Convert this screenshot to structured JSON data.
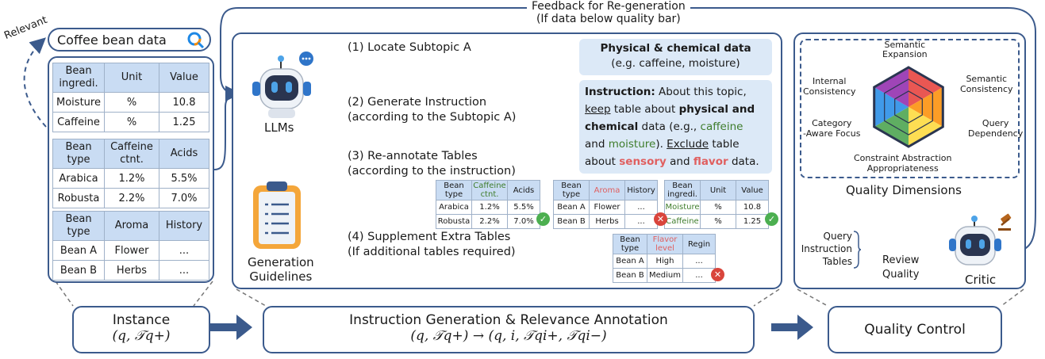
{
  "feedback": {
    "line1": "Feedback for Re-generation",
    "line2": "(If data below quality bar)"
  },
  "relevant_label": "Relevant",
  "coffee_search": {
    "label": "Coffee bean data"
  },
  "instance_tables": [
    {
      "headers": [
        "Bean ingredi.",
        "Unit",
        "Value"
      ],
      "rows": [
        [
          "Moisture",
          "%",
          "10.8"
        ],
        [
          "Caffeine",
          "%",
          "1.25"
        ]
      ]
    },
    {
      "headers": [
        "Bean type",
        "Caffeine ctnt.",
        "Acids"
      ],
      "rows": [
        [
          "Arabica",
          "1.2%",
          "5.5%"
        ],
        [
          "Robusta",
          "2.2%",
          "7.0%"
        ]
      ]
    },
    {
      "headers": [
        "Bean type",
        "Aroma",
        "History"
      ],
      "rows": [
        [
          "Bean A",
          "Flower",
          "..."
        ],
        [
          "Bean B",
          "Herbs",
          "..."
        ]
      ]
    }
  ],
  "llms_label": "LLMs",
  "guidelines_label": [
    "Generation",
    "Guidelines"
  ],
  "steps": [
    {
      "line1": "(1) Locate Subtopic A"
    },
    {
      "line1": "(2) Generate Instruction",
      "line2": "(according to the Subtopic A)"
    },
    {
      "line1": "(3) Re-annotate Tables",
      "line2": "(according to the instruction)"
    },
    {
      "line1": "(4) Supplement Extra Tables",
      "line2": "(If additional tables required)"
    }
  ],
  "subtopic_box": {
    "title": "Physical & chemical data",
    "subtitle": "(e.g. caffeine, moisture)"
  },
  "instruction_box": {
    "lead": "Instruction:",
    "t1": " About this topic,",
    "keep": "keep",
    "t2": " table about ",
    "b1": "physical and",
    "b2": "chemical",
    "t3": " data (e.g., ",
    "caffeine": "caffeine",
    "t4": "and ",
    "moisture": "moisture",
    "t5": "). ",
    "exclude": "Exclude",
    "t6": " table",
    "t7": "about ",
    "sensory": "sensory",
    "t8": " and ",
    "flavor": "flavor",
    "t9": " data."
  },
  "reannotated_tables": [
    {
      "headers": [
        "Bean type",
        "Caffeine ctnt.",
        "Acids"
      ],
      "rows": [
        [
          "Arabica",
          "1.2%",
          "5.5%"
        ],
        [
          "Robusta",
          "2.2%",
          "7.0%"
        ]
      ],
      "mark": "check"
    },
    {
      "headers": [
        "Bean type",
        "Aroma",
        "History"
      ],
      "rows": [
        [
          "Bean A",
          "Flower",
          "..."
        ],
        [
          "Bean B",
          "Herbs",
          "..."
        ]
      ],
      "mark": "cross"
    },
    {
      "headers": [
        "Bean ingredi.",
        "Unit",
        "Value"
      ],
      "rows": [
        [
          "Moisture",
          "%",
          "10.8"
        ],
        [
          "Caffeine",
          "%",
          "1.25"
        ]
      ],
      "mark": "check"
    }
  ],
  "extra_table": {
    "headers": [
      "Bean type",
      "Flavor level",
      "Regin"
    ],
    "rows": [
      [
        "Bean A",
        "High",
        "..."
      ],
      [
        "Bean B",
        "Medium",
        "..."
      ]
    ],
    "mark": "cross"
  },
  "quality_dimensions": {
    "title": "Quality Dimensions",
    "labels": {
      "top": [
        "Semantic",
        "Expansion"
      ],
      "upper_right": [
        "Semantic",
        "Consistency"
      ],
      "lower_right": [
        "Query",
        "Dependency"
      ],
      "bottom": [
        "Constraint Abstraction",
        "Appropriateness"
      ],
      "lower_left": [
        "Category",
        "-Aware Focus"
      ],
      "upper_left": [
        "Internal",
        "Consistency"
      ]
    },
    "colors": [
      "#e53935",
      "#fb8c00",
      "#fdd835",
      "#43a047",
      "#1e88e5",
      "#8e24aa"
    ]
  },
  "critic": {
    "inputs": [
      "Query",
      "Instruction",
      "Tables"
    ],
    "review": [
      "Review",
      "Quality"
    ],
    "label": "Critic"
  },
  "stages": {
    "instance": {
      "title": "Instance",
      "formula": "(q, 𝒯q+)"
    },
    "generation": {
      "title": "Instruction Generation & Relevance Annotation",
      "formula": "(q, 𝒯q+) → (q, i, 𝒯qi+, 𝒯qi−)"
    },
    "quality": {
      "title": "Quality Control"
    }
  },
  "colors": {
    "border": "#3b5a8c",
    "header": "#c9dcf3",
    "bluebox": "#dce9f7",
    "green": "#3f7d2c",
    "red": "#e06060"
  }
}
